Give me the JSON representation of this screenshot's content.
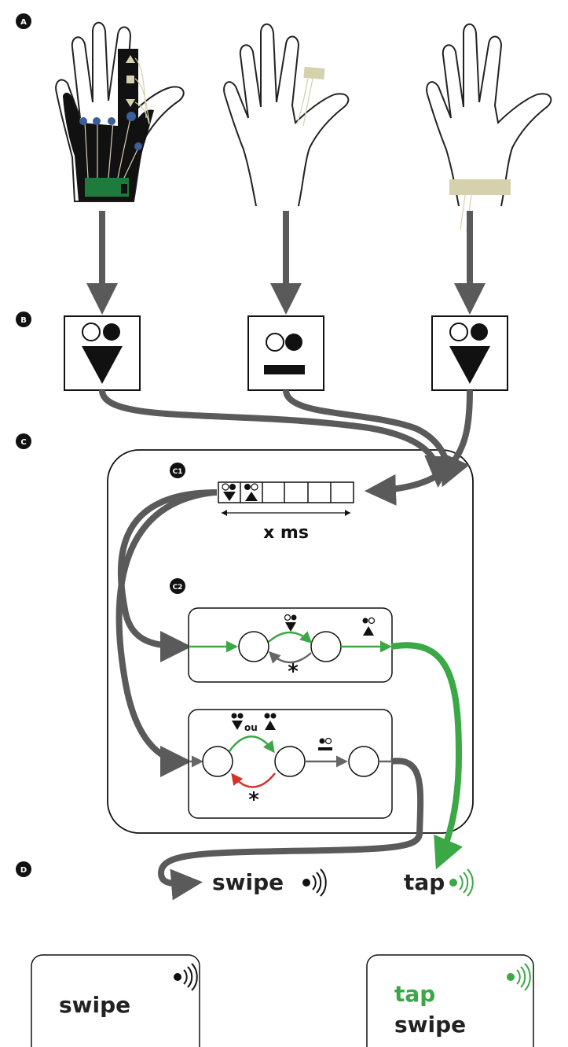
{
  "steps": {
    "a": "A",
    "b": "B",
    "c": "C",
    "c1": "C1",
    "c2": "C2",
    "d": "D"
  },
  "buffer": {
    "duration": "x ms",
    "slots": 6,
    "filled": 2
  },
  "automata": {
    "star": "*",
    "or_word": "ou"
  },
  "outputs": {
    "swipe": "swipe",
    "tap": "tap"
  },
  "cards": {
    "left": {
      "lines": [
        "swipe"
      ]
    },
    "right": {
      "lines": [
        "tap",
        "swipe"
      ]
    }
  },
  "colors": {
    "arrow": "#5a5a5a",
    "tap_green": "#3aa845",
    "red": "#d3312a",
    "glove": "#111111",
    "board": "#1f7a3d",
    "sensor": "#3a5f99",
    "tape": "#d6d1ad"
  },
  "icons": [
    "left-hand-glove-icon",
    "hand-ring-sensor-icon",
    "hand-wrist-band-icon",
    "vibration-icon",
    "triangle-down-icon",
    "triangle-up-icon",
    "bar-icon"
  ]
}
